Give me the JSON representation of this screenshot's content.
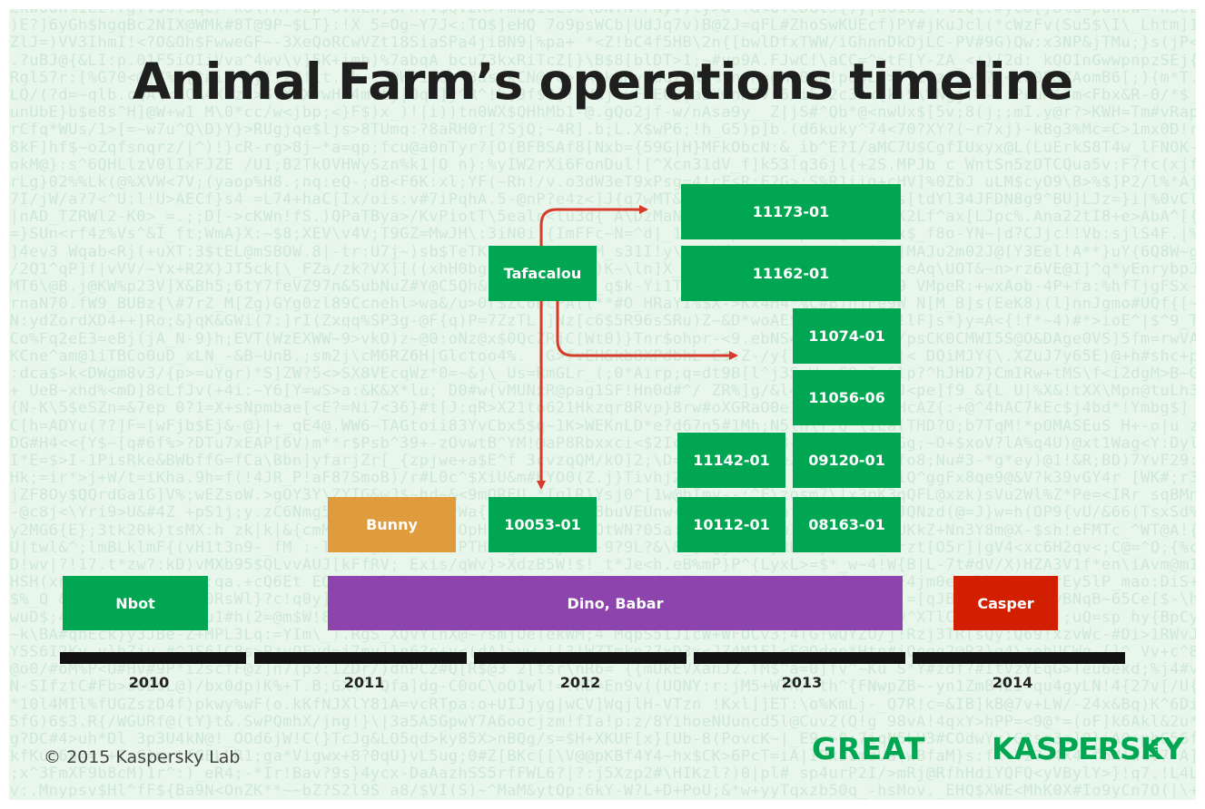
{
  "title": "Animal Farm’s operations timeline",
  "boxes": {
    "b11173": "11173-01",
    "b11162": "11162-01",
    "tafacalou": "Tafacalou",
    "b11074": "11074-01",
    "b11056": "11056-06",
    "b11142": "11142-01",
    "b09120": "09120-01",
    "bunny": "Bunny",
    "b10053": "10053-01",
    "b10112": "10112-01",
    "b08163": "08163-01",
    "nbot": "Nbot",
    "dino_babar": "Dino, Babar",
    "casper": "Casper"
  },
  "years": [
    "2010",
    "2011",
    "2012",
    "2013",
    "2014"
  ],
  "footer": {
    "copyright": "© 2015 Kaspersky Lab",
    "great_logo": "GREAT",
    "kaspersky_logo": "KASPERSKY",
    "kaspersky_lab": "lab"
  },
  "colors": {
    "green": "#00a651",
    "orange": "#e09b3d",
    "purple": "#8e44ad",
    "red": "#d21f00",
    "arrow": "#d63a28",
    "background": "#e9f6ec"
  }
}
